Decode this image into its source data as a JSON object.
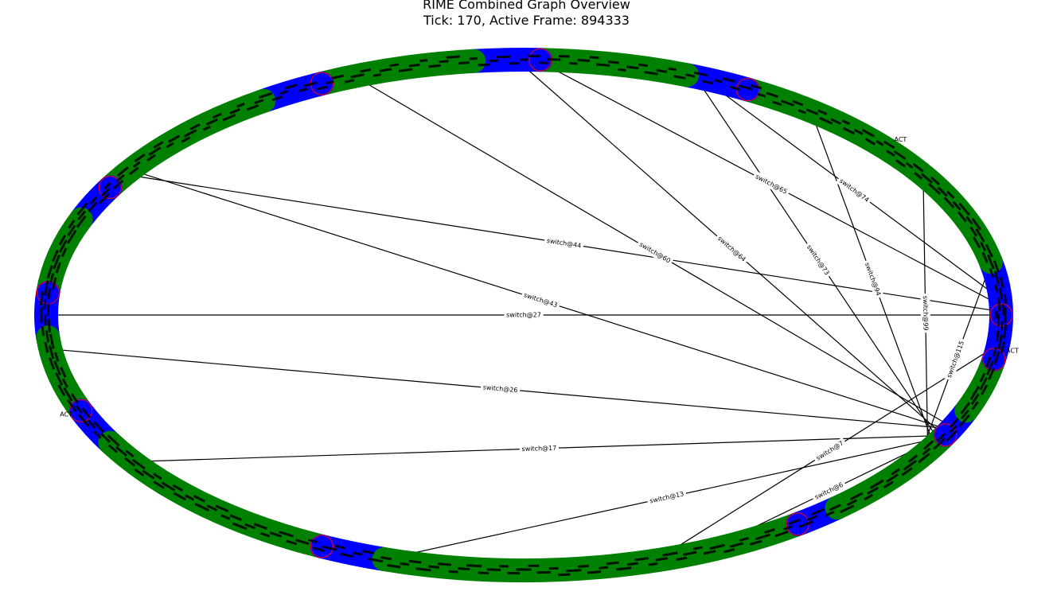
{
  "title": {
    "line1": "RIME Combined Graph Overview",
    "line2": "Tick: 170, Active Frame: 894333"
  },
  "colors": {
    "ring_default": "#008000",
    "ring_active": "#0000ff",
    "node_border": "#ff0000",
    "node_text": "#000000",
    "edge": "#000000"
  },
  "ring_segments": [
    {
      "from": 0,
      "to": 12,
      "color": "blue"
    },
    {
      "from": 12,
      "to": 62,
      "color": "green"
    },
    {
      "from": 62,
      "to": 70,
      "color": "blue"
    },
    {
      "from": 70,
      "to": 88,
      "color": "green"
    },
    {
      "from": 88,
      "to": 96,
      "color": "blue"
    },
    {
      "from": 96,
      "to": 115,
      "color": "green"
    },
    {
      "from": 115,
      "to": 123,
      "color": "blue"
    },
    {
      "from": 123,
      "to": 150,
      "color": "green"
    },
    {
      "from": 150,
      "to": 158,
      "color": "blue"
    },
    {
      "from": 158,
      "to": 175,
      "color": "green"
    },
    {
      "from": 175,
      "to": 185,
      "color": "blue"
    },
    {
      "from": 185,
      "to": 202,
      "color": "green"
    },
    {
      "from": 202,
      "to": 210,
      "color": "blue"
    },
    {
      "from": 210,
      "to": 245,
      "color": "green"
    },
    {
      "from": 245,
      "to": 253,
      "color": "blue"
    },
    {
      "from": 253,
      "to": 305,
      "color": "green"
    },
    {
      "from": 305,
      "to": 311,
      "color": "blue"
    },
    {
      "from": 311,
      "to": 332,
      "color": "green"
    },
    {
      "from": 332,
      "to": 338,
      "color": "blue"
    },
    {
      "from": 338,
      "to": 350,
      "color": "green"
    },
    {
      "from": 350,
      "to": 360,
      "color": "blue"
    }
  ],
  "node_labels": [
    "ACT",
    "ACT",
    "ACT"
  ],
  "edges": [
    {
      "label": "switch@13",
      "a": 255,
      "b": 330
    },
    {
      "label": "switch@6",
      "a": 296,
      "b": 329
    },
    {
      "label": "switch@17",
      "a": 216,
      "b": 331
    },
    {
      "label": "switch@7",
      "a": 288,
      "b": 352
    },
    {
      "label": "switch@26",
      "a": 188,
      "b": 333
    },
    {
      "label": "switch@115",
      "a": 328,
      "b": 10
    },
    {
      "label": "switch@99",
      "a": 329,
      "b": 32
    },
    {
      "label": "switch@94",
      "a": 330,
      "b": 52
    },
    {
      "label": "switch@43",
      "a": 333,
      "b": 145
    },
    {
      "label": "switch@27",
      "a": 180,
      "b": 0
    },
    {
      "label": "switch@60",
      "a": 334,
      "b": 110
    },
    {
      "label": "switch@64",
      "a": 332,
      "b": 90
    },
    {
      "label": "switch@73",
      "a": 331,
      "b": 68
    },
    {
      "label": "switch@44",
      "a": 1,
      "b": 146
    },
    {
      "label": "switch@65",
      "a": 3,
      "b": 87
    },
    {
      "label": "switch@74",
      "a": 5,
      "b": 66
    }
  ]
}
